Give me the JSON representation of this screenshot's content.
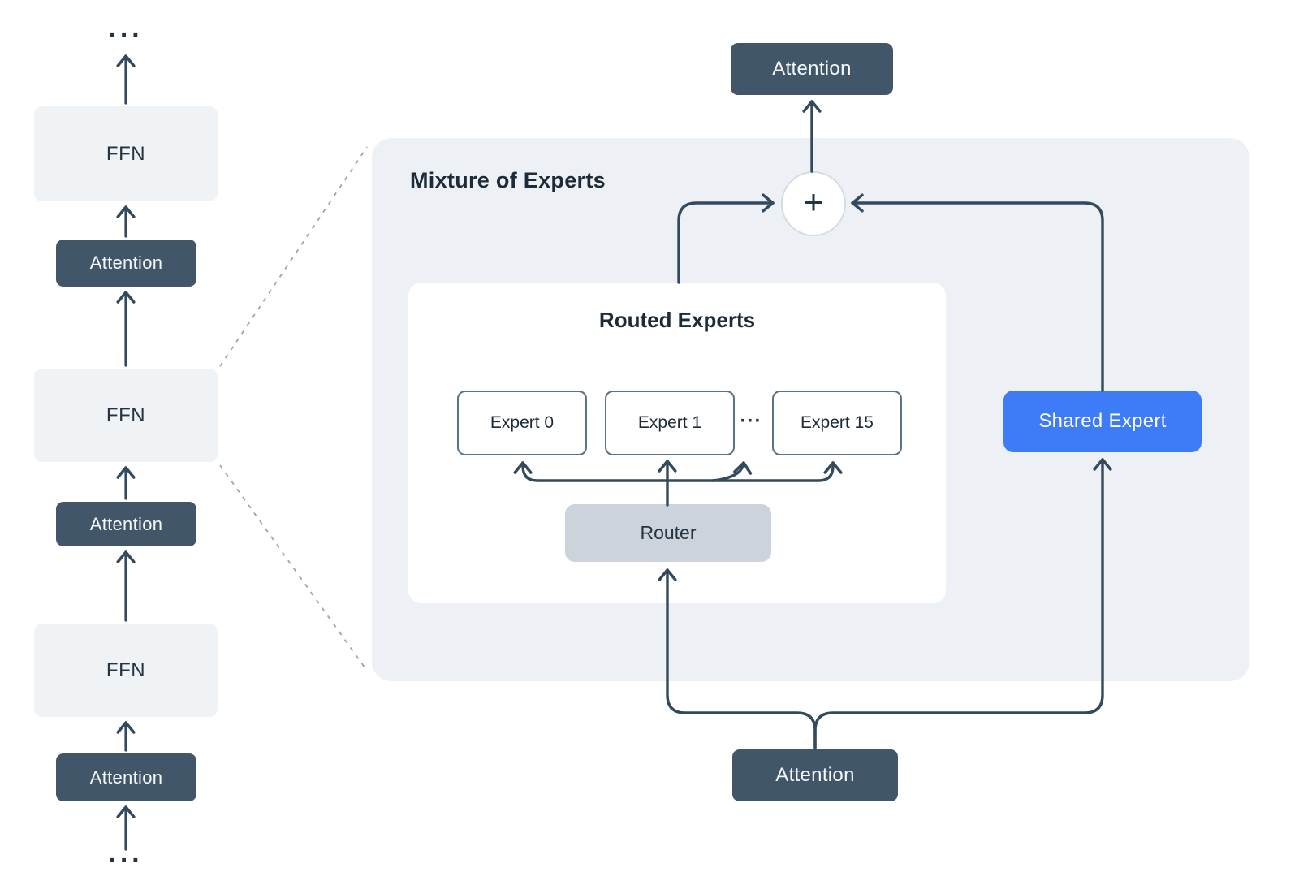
{
  "diagram": {
    "title": "Mixture of Experts",
    "transformer_stack": {
      "dots_top": "···",
      "layers": [
        {
          "type": "ffn",
          "label": "FFN"
        },
        {
          "type": "attention",
          "label": "Attention"
        },
        {
          "type": "ffn",
          "label": "FFN"
        },
        {
          "type": "attention",
          "label": "Attention"
        },
        {
          "type": "ffn",
          "label": "FFN"
        },
        {
          "type": "attention",
          "label": "Attention"
        }
      ],
      "dots_bottom": "···"
    },
    "moe": {
      "attention_top": "Attention",
      "sum_symbol": "+",
      "routed_experts": {
        "title": "Routed Experts",
        "experts": [
          "Expert 0",
          "Expert 1",
          "Expert 15"
        ],
        "ellipsis": "···",
        "router": "Router"
      },
      "shared_expert": "Shared Expert",
      "attention_bottom": "Attention"
    },
    "colors": {
      "accent_blue": "#3d7cf6",
      "dark_slate_box": "#42566a",
      "wire": "#33495c",
      "panel_bg": "#edf1f5",
      "router_bg": "#ccd3db",
      "ffn_bg": "#f0f3f6",
      "expert_border": "#5a7384",
      "dashed_link": "#97a6b3"
    }
  }
}
